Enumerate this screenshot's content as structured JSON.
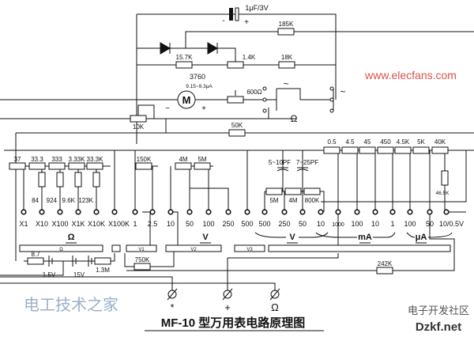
{
  "title": "MF-10 型万用表电路原理图",
  "top": {
    "capacitor": "1μF/3V",
    "cap_minus": "-",
    "cap_plus": "+",
    "r185k": "185K",
    "r15_7k": "15.7K",
    "pot1_4k": "1.4K",
    "r18k": "18K",
    "meter_res": "3760",
    "meter_current": "9.15~9.3μA",
    "meter": "M",
    "meter_minus": "−",
    "meter_plus": "+",
    "pot600": "600Ω",
    "pot10k": "10K",
    "r50k": "50K",
    "ac_symbol": "~",
    "ac_symbol2": "~",
    "ohm_switch": "Ω"
  },
  "ohm_series": [
    "37",
    "33.3",
    "333",
    "3.33K",
    "33.3K"
  ],
  "ohm_shunts": [
    "84",
    "924",
    "9.6K",
    "123K"
  ],
  "dcv_resistors": [
    "150K",
    "4M",
    "5M"
  ],
  "current_resistors": [
    "0.5",
    "4.5",
    "45",
    "450",
    "4.5K",
    "5K",
    "40K"
  ],
  "r46_5k": "46.5K",
  "capacitors": [
    "5~10PF",
    "7~25PF"
  ],
  "acv_resistors": [
    "5M",
    "4M",
    "800K"
  ],
  "ranges": {
    "ohm": [
      "X1",
      "X10",
      "X100",
      "X1K",
      "X10K",
      "X100K"
    ],
    "dcv": [
      "1",
      "2.5",
      "10",
      "50",
      "100",
      "250",
      "500"
    ],
    "acv": [
      "500",
      "250",
      "50",
      "10"
    ],
    "ma": [
      "1000",
      "100",
      "10",
      "1"
    ],
    "ua": [
      "100",
      "50",
      "10/0.5V"
    ]
  },
  "group_labels": {
    "ohm": "Ω",
    "dcv": "V",
    "acv": "V",
    "ma": "mA",
    "ua": "μA"
  },
  "switch_labels": [
    "Ω",
    "V1",
    "V2",
    "V3"
  ],
  "bottom": {
    "r8_7": "8.7",
    "bat1": "1.5V",
    "bat2": "15V",
    "r1_3m": "1.3M",
    "r750k": "750K",
    "r242k": "242K"
  },
  "terminals": [
    "*",
    "+",
    "Ω"
  ],
  "watermarks": [
    "电工技术之家",
    "www.elecfans.com",
    "电子开发社区",
    "Dzkf.net"
  ]
}
